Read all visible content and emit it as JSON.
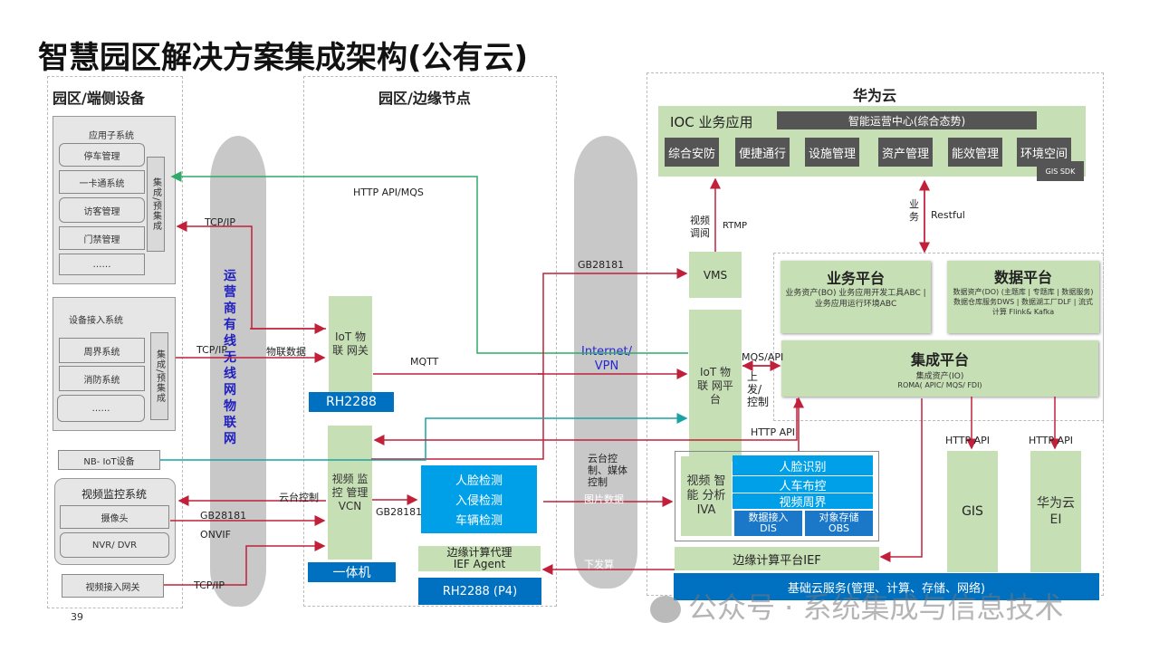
{
  "title": "智慧园区解决方案集成架构(公有云)",
  "page_number": "39",
  "zones": {
    "device": "园区/端侧设备",
    "edge": "园区/边缘节点",
    "cloud": "华为云"
  },
  "device": {
    "app_subsystem": {
      "label": "应用子系统",
      "items": [
        "停车管理",
        "一卡通系统",
        "访客管理",
        "门禁管理",
        "……"
      ],
      "integration": "集成/预集成"
    },
    "access_subsystem": {
      "label": "设备接入系统",
      "items": [
        "周界系统",
        "消防系统",
        "……"
      ],
      "integration": "集成/预集成"
    },
    "nbiot": "NB- IoT设备",
    "video_system": {
      "label": "视频监控系统",
      "items": [
        "摄像头",
        "NVR/ DVR"
      ]
    },
    "video_gateway": "视频接入网关"
  },
  "networks": {
    "carrier": "运营商有线无线网 物联网",
    "internet": "Internet/ VPN"
  },
  "edge": {
    "iot_gateway": "IoT 物联 网关",
    "rh2288": "RH2288",
    "vcn": "视频 监控 管理 VCN",
    "all_in_one": "一体机",
    "detections": [
      "人脸检测",
      "入侵检测",
      "车辆检测"
    ],
    "ief_agent_line1": "边缘计算代理",
    "ief_agent_line2": "IEF Agent",
    "rh2288_p4": "RH2288    (P4)"
  },
  "cloud": {
    "ioc_label": "IOC 业务应用",
    "ioc_banner": "智能运营中心(综合态势)",
    "ioc_apps": [
      "综合安防",
      "便捷通行",
      "设施管理",
      "资产管理",
      "能效管理",
      "环境空间"
    ],
    "gis_sdk": "GIS  SDK",
    "vms": "VMS",
    "iot_platform": "IoT 物联 网平 台",
    "business_platform": {
      "title": "业务平台",
      "desc": "业务资产(BO) 业务应用开发工具ABC | 业务应用运行环境ABC"
    },
    "data_platform": {
      "title": "数据平台",
      "desc": "数据资产(DO) (主题库 | 专题库 | 数据服务) 数据仓库服务DWS | 数据湖工厂DLF | 流式计算 Flink& Kafka"
    },
    "integration_platform": {
      "title": "集成平台",
      "desc1": "集成资产(IO)",
      "desc2": "ROMA( APIC/ MQS/ FDI)"
    },
    "iva": "视频 智能 分析 IVA",
    "iva_items": [
      "人脸识别",
      "人车布控",
      "视频周界"
    ],
    "dis": "数据接入DIS",
    "obs": "对象存储OBS",
    "ief": "边缘计算平台IEF",
    "gis": "GIS",
    "ei": "华为云 EI",
    "base": "基础云服务(管理、计算、存储、网络)"
  },
  "link_labels": {
    "http_mqs": "HTTP API/MQS",
    "tcpip1": "TCP/IP",
    "tcpip2": "TCP/IP",
    "tcpip3": "TCP/IP",
    "iot_data": "物联数据",
    "mqtt": "MQTT",
    "gb_top": "GB28181",
    "gb_vcn": "GB28181",
    "gb_cam": "GB28181",
    "onvif": "ONVIF",
    "ptz": "云台控制",
    "ptz_media": "云台控制、媒体控制",
    "image_data": "图片数据",
    "dispatch": "下发算",
    "video_sub": "视频 调阅",
    "rtmp": "RTMP",
    "biz": "业 务",
    "restful": "Restful",
    "mqs_api": "MQS/API",
    "up_ctrl": "上发/ 控制",
    "http_api1": "HTTP API",
    "http_api2": "HTTP API",
    "http_api3": "HTTP API"
  },
  "watermark": "公众号 · 系统集成与信息技术",
  "colors": {
    "green": "#c6dfb4",
    "blue": "#0070c0",
    "cyan": "#00a0e9",
    "red_link": "#c0203a",
    "teal_link": "#1aa3a3",
    "green_link": "#2eaa6a"
  }
}
